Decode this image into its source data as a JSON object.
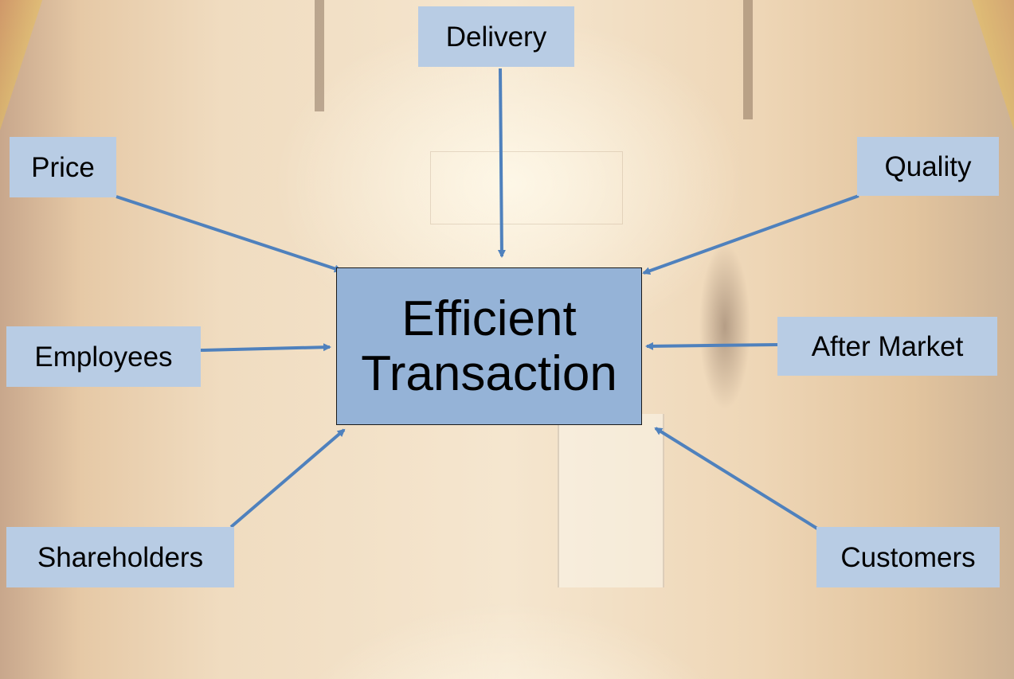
{
  "diagram": {
    "center": {
      "line1": "Efficient",
      "line2": "Transaction"
    },
    "factors": {
      "delivery": "Delivery",
      "price": "Price",
      "quality": "Quality",
      "employees": "Employees",
      "after_market": "After Market",
      "shareholders": "Shareholders",
      "customers": "Customers"
    },
    "colors": {
      "label_fill": "#b8cce4",
      "center_fill": "#95b3d7",
      "arrow": "#4f81bd"
    }
  }
}
